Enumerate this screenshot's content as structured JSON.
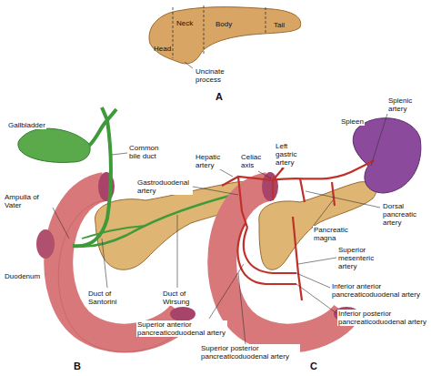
{
  "diagram": {
    "labels": [
      "Neck",
      "Body",
      "Tail",
      "Head",
      "Uncinate process",
      "A",
      "Gallbladder",
      "Common bile duct",
      "Ampulla of Vater",
      "Duodenum",
      "Duct of Santorini",
      "Duct of Wirsung",
      "B",
      "Spleen",
      "Splenic artery",
      "Hepatic artery",
      "Celiac axis",
      "Left gastric artery",
      "Gastroduodenal artery",
      "Dorsal pancreatic artery",
      "Pancreatic magna",
      "Superior mesenteric artery",
      "Inferior anterior pancreaticoduodenal artery",
      "Inferior posterior pancreaticoduodenal artery",
      "Superior anterior pancreaticoduodenal artery",
      "Superior posterior pancreaticoduodenal artery",
      "C"
    ]
  }
}
